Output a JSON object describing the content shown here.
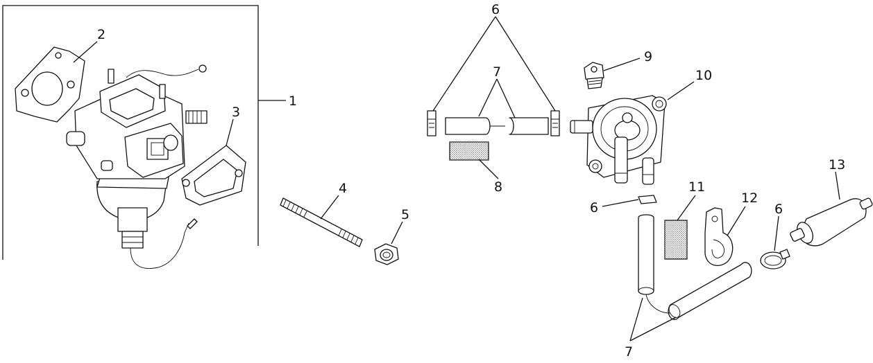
{
  "callouts": {
    "c1": "1",
    "c2": "2",
    "c3": "3",
    "c4": "4",
    "c5": "5",
    "c6a": "6",
    "c6b": "6",
    "c6c": "6",
    "c7a": "7",
    "c7b": "7",
    "c8": "8",
    "c9": "9",
    "c10": "10",
    "c11": "11",
    "c12": "12",
    "c13": "13"
  }
}
